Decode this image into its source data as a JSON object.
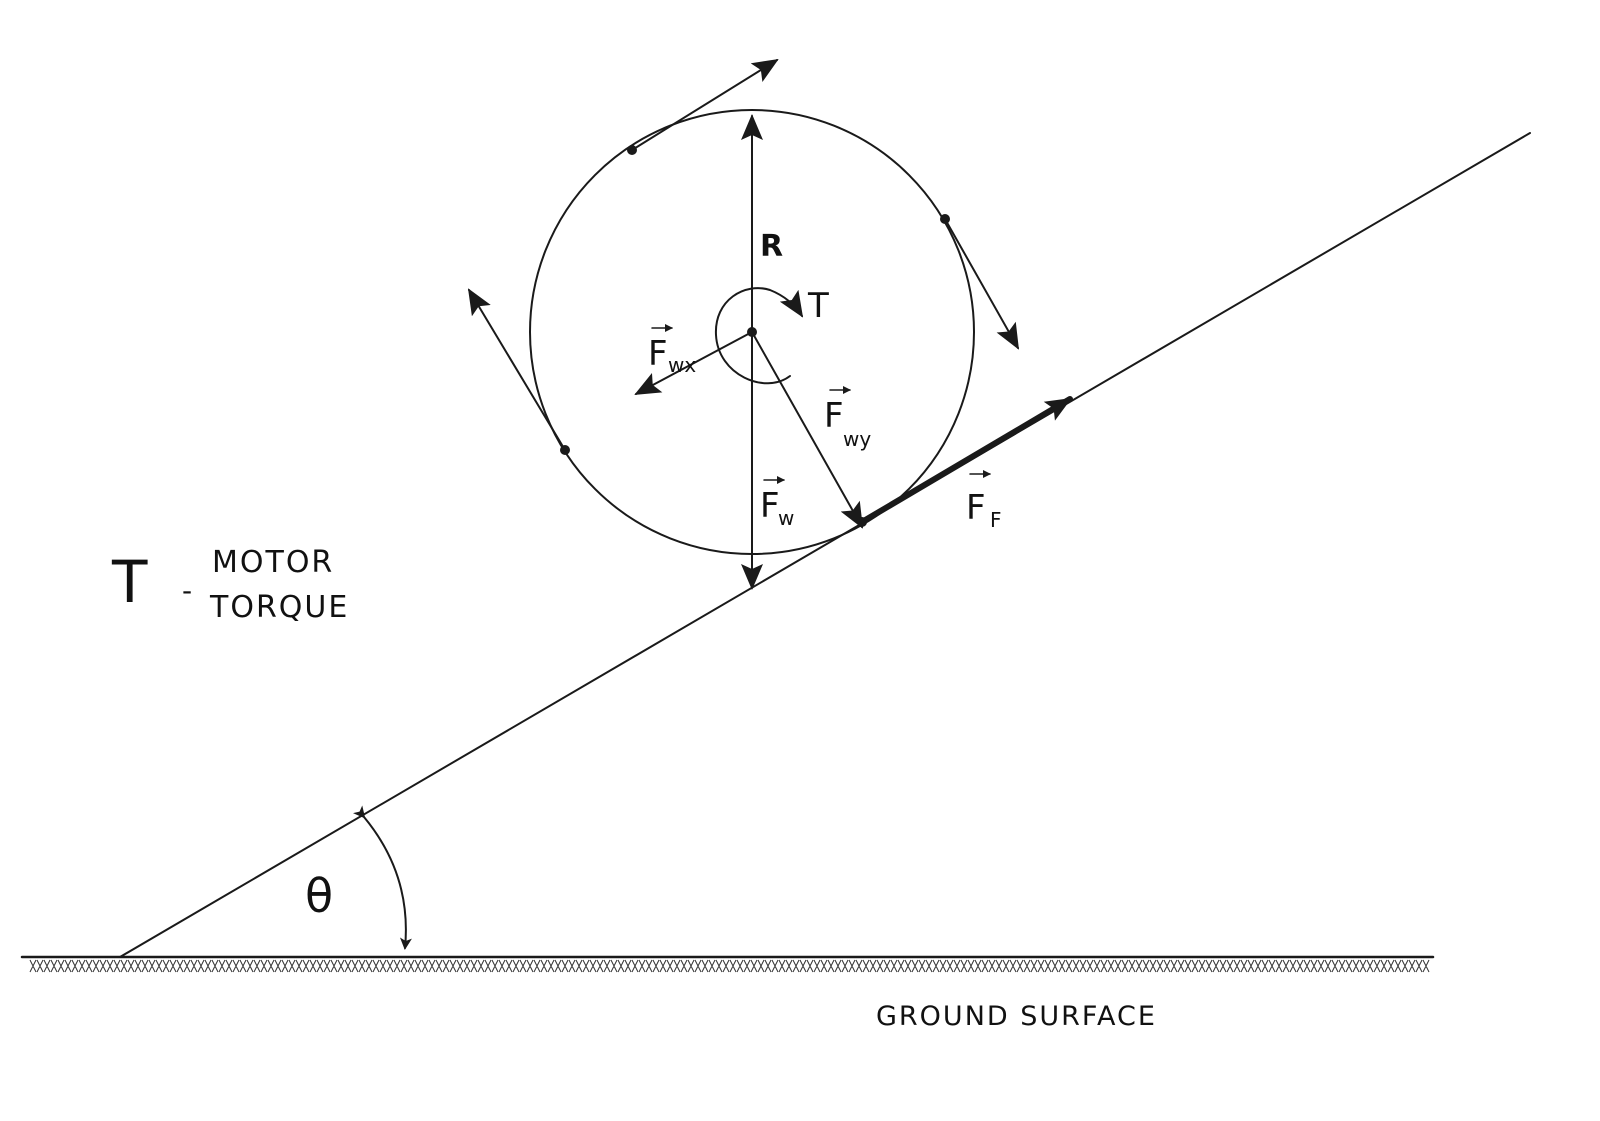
{
  "labels": {
    "radius": "R",
    "torque_symbol": "T",
    "angle": "θ",
    "legend_symbol": "T",
    "legend_dash": "-",
    "legend_line1": "MOTOR",
    "legend_line2": "TORQUE",
    "ground": "GROUND SURFACE"
  },
  "vectors": {
    "fwx": {
      "base": "F",
      "sub": "wx"
    },
    "fwy": {
      "base": "F",
      "sub": "wy"
    },
    "fw": {
      "base": "F",
      "sub": "w"
    },
    "ff": {
      "base": "F",
      "sub": "F"
    }
  },
  "colors": {
    "ink": "#1a1a1a",
    "paper": "#ffffff"
  }
}
